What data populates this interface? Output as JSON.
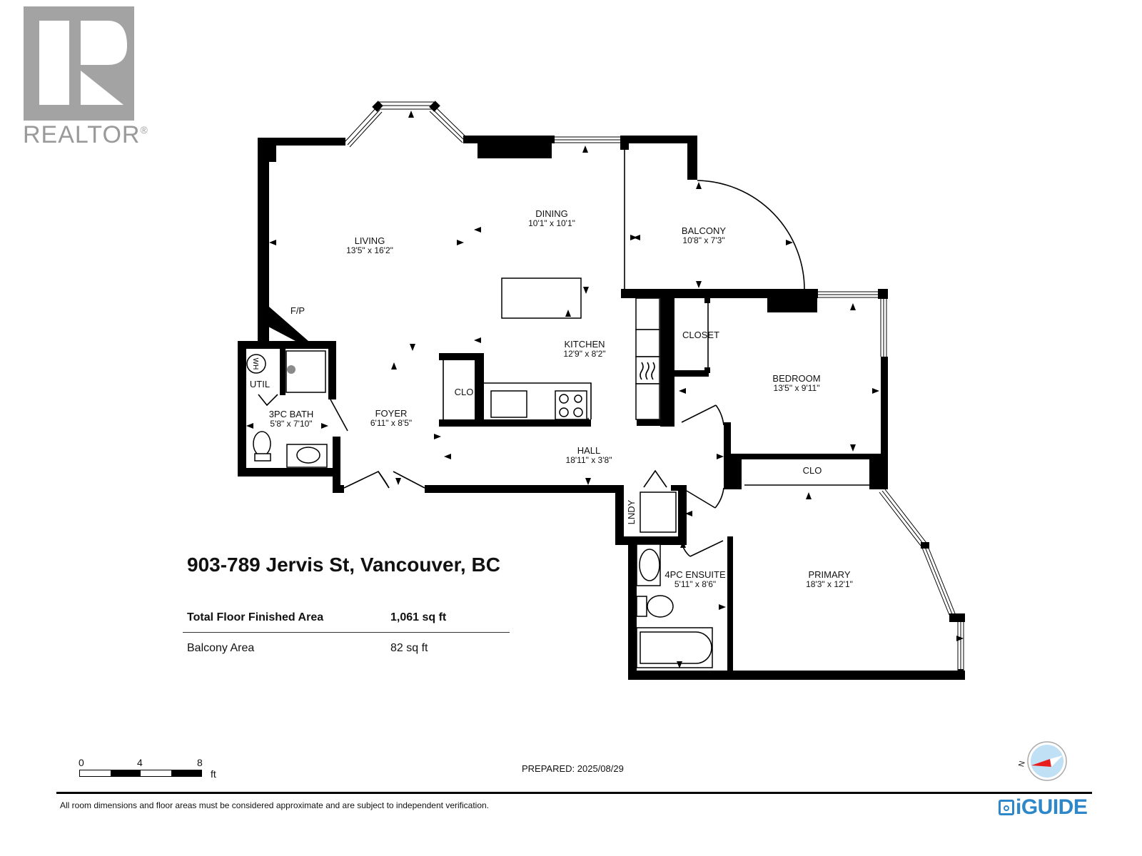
{
  "logo": {
    "brand": "REALTOR",
    "registered_mark": "®"
  },
  "floor_plan": {
    "rooms": [
      {
        "name": "LIVING",
        "dimensions": "13'5\" x 16'2\""
      },
      {
        "name": "DINING",
        "dimensions": "10'1\" x 10'1\""
      },
      {
        "name": "BALCONY",
        "dimensions": "10'8\" x 7'3\""
      },
      {
        "name": "KITCHEN",
        "dimensions": "12'9\" x 8'2\""
      },
      {
        "name": "FOYER",
        "dimensions": "6'11\" x 8'5\""
      },
      {
        "name": "3PC BATH",
        "dimensions": "5'8\" x 7'10\""
      },
      {
        "name": "HALL",
        "dimensions": "18'11\" x 3'8\""
      },
      {
        "name": "BEDROOM",
        "dimensions": "13'5\" x 9'11\""
      },
      {
        "name": "4PC ENSUITE",
        "dimensions": "5'11\" x 8'6\""
      },
      {
        "name": "PRIMARY",
        "dimensions": "18'3\" x 12'1\""
      }
    ],
    "labels": {
      "fireplace": "F/P",
      "util": "UTIL",
      "water_heater": "WH",
      "clo_kitchen": "CLO",
      "closet_bedroom": "CLOSET",
      "clo_primary": "CLO",
      "laundry": "LNDY"
    }
  },
  "summary": {
    "address": "903-789 Jervis St, Vancouver, BC",
    "rows": [
      {
        "label": "Total Floor Finished Area",
        "value": "1,061 sq ft"
      },
      {
        "label": "Balcony Area",
        "value": "82 sq ft"
      }
    ]
  },
  "scale": {
    "ticks": [
      "0",
      "4",
      "8"
    ],
    "unit": "ft"
  },
  "prepared": "PREPARED: 2025/08/29",
  "compass": {
    "north_label": "N",
    "needle_color": "#e81e1e",
    "dial_color": "#bfe0f5"
  },
  "footer": {
    "disclaimer": "All room dimensions and floor areas must be considered approximate and are subject to independent verification.",
    "brand": "iGUIDE",
    "brand_color": "#2d87c8"
  }
}
